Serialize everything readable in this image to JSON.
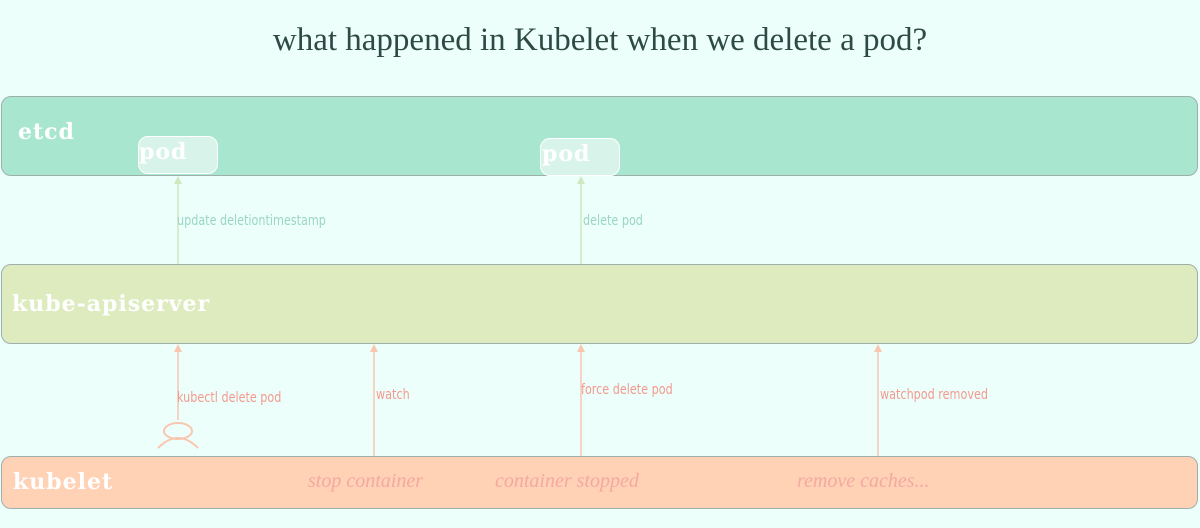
{
  "title": "what happened in Kubelet when we delete a pod?",
  "lanes": {
    "etcd": "etcd",
    "apiserver": "kube-apiserver",
    "kubelet": "kubelet"
  },
  "etcd_items": [
    "pod",
    "pod"
  ],
  "messages": {
    "update_deletion": "update deletiontimestamp",
    "delete_pod": "delete pod",
    "kubectl_delete": "kubectl delete pod",
    "watch": "watch",
    "force_delete": "force delete pod",
    "watchpod_removed": "watchpod removed"
  },
  "kubelet_steps": [
    "stop container",
    "container stopped",
    "remove caches..."
  ],
  "actor_icon": "user-icon",
  "colors": {
    "background": "#edfffb",
    "etcd_band": "#a8e6d0",
    "apiserver_band": "#ddebbf",
    "kubelet_band": "#ffd1b5",
    "green_arrow": "#cfe8bf",
    "red_arrow": "#f9c6b0"
  }
}
